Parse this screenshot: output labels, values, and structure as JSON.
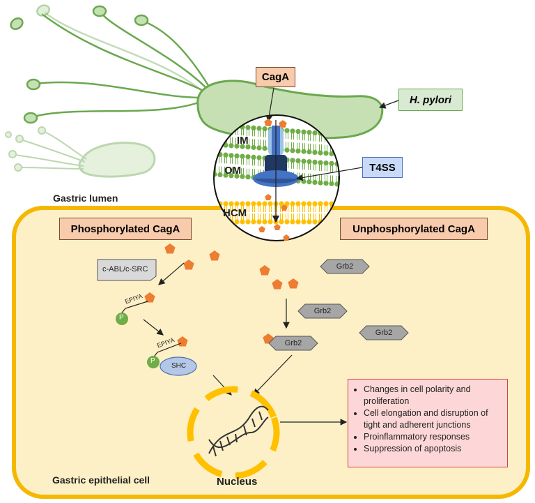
{
  "labels": {
    "cagA_top": "CagA",
    "h_pylori": "H. pylori",
    "t4ss": "T4SS",
    "im": "IM",
    "om": "OM",
    "hcm": "HCM",
    "gastric_lumen": "Gastric lumen",
    "phosphorylated_caga": "Phosphorylated CagA",
    "unphosphorylated_caga": "Unphosphorylated CagA",
    "kinase": "c-ABL/c-SRC",
    "epiya_1": "EPIYA",
    "epiya_2": "EPIYA",
    "p_1": "P",
    "p_2": "P",
    "shc": "SHC",
    "grb2_1": "Grb2",
    "grb2_2": "Grb2",
    "grb2_3": "Grb2",
    "grb2_4": "Grb2",
    "nucleus": "Nucleus",
    "gastric_epithelial_cell": "Gastric epithelial cell"
  },
  "effects": [
    "Changes in cell polarity and proliferation",
    "Cell elongation and disruption of tight and adherent junctions",
    "Proinflammatory responses",
    "Suppression of apoptosis"
  ],
  "colors": {
    "cell_fill": "#fdf0c6",
    "cell_border": "#f5b800",
    "bacterium_fill": "#c6e0b4",
    "bacterium_border": "#6aa84f",
    "caga_pentagon": "#ed7d31",
    "bacterial_membrane": "#70ad47",
    "host_membrane": "#ffc000",
    "t4ss_dark": "#1f3864",
    "t4ss_mid": "#4472c4",
    "t4ss_light": "#9dc3e6",
    "grb2": "#a6a6a6",
    "shc": "#b4c7e7",
    "phosphate": "#70ad47",
    "effects_fill": "#fdd7d7",
    "effects_border": "#d94141"
  }
}
